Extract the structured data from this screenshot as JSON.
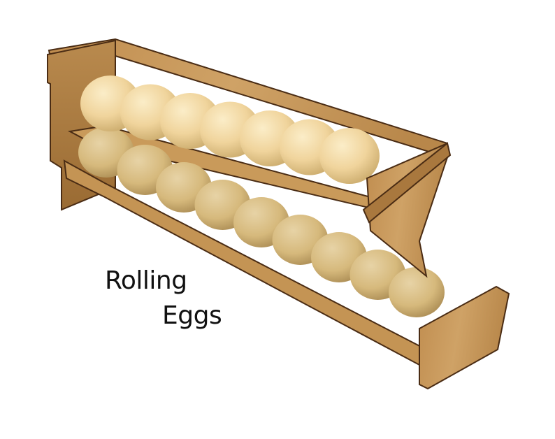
{
  "caption": {
    "line1": "Rolling",
    "line2": "Eggs"
  },
  "colors": {
    "background": "#ffffff",
    "wood_light": "#c79a5a",
    "wood_mid": "#b8874a",
    "wood_dark": "#9a6b33",
    "wood_edge": "#4a2c14",
    "egg": "#f0d49c",
    "egg_highlight": "#fbedc8",
    "egg_shadow": "#c9a96a"
  },
  "shelves": {
    "upper_egg_count": 7,
    "lower_egg_count": 9
  }
}
